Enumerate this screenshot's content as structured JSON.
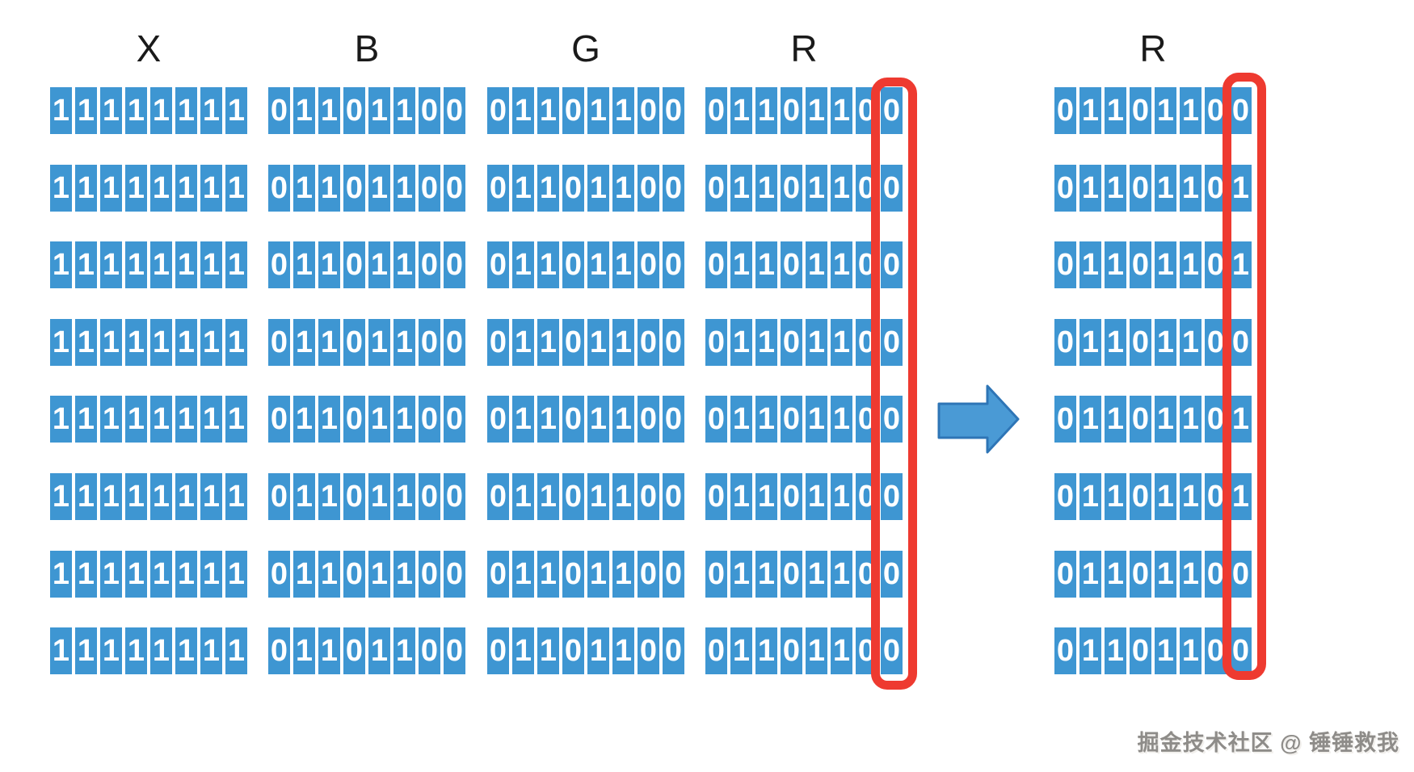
{
  "columns": [
    {
      "id": "x",
      "header": "X",
      "bytes": [
        "11111111",
        "11111111",
        "11111111",
        "11111111",
        "11111111",
        "11111111",
        "11111111",
        "11111111"
      ],
      "highlight_last_bit": false
    },
    {
      "id": "b",
      "header": "B",
      "bytes": [
        "01101100",
        "01101100",
        "01101100",
        "01101100",
        "01101100",
        "01101100",
        "01101100",
        "01101100"
      ],
      "highlight_last_bit": false
    },
    {
      "id": "g",
      "header": "G",
      "bytes": [
        "01101100",
        "01101100",
        "01101100",
        "01101100",
        "01101100",
        "01101100",
        "01101100",
        "01101100"
      ],
      "highlight_last_bit": false
    },
    {
      "id": "r-before",
      "header": "R",
      "bytes": [
        "01101100",
        "01101100",
        "01101100",
        "01101100",
        "01101100",
        "01101100",
        "01101100",
        "01101100"
      ],
      "highlight_last_bit": true
    },
    {
      "id": "r-after",
      "header": "R",
      "bytes": [
        "01101100",
        "01101101",
        "01101101",
        "01101100",
        "01101101",
        "01101101",
        "01101100",
        "01101100"
      ],
      "highlight_last_bit": true
    }
  ],
  "arrow": {
    "type": "right-block-arrow"
  },
  "watermark": {
    "text": "掘金技术社区 @ 锤锤救我"
  },
  "colors": {
    "bit_cell_blue": "#3E96D2",
    "bit_text": "#FFFFFF",
    "highlight_red": "#EE3A30",
    "arrow_fill": "#4A9AD5",
    "arrow_stroke": "#2E75B6",
    "header_text": "#1A1A1A",
    "watermark_gray": "#8E8C89"
  }
}
